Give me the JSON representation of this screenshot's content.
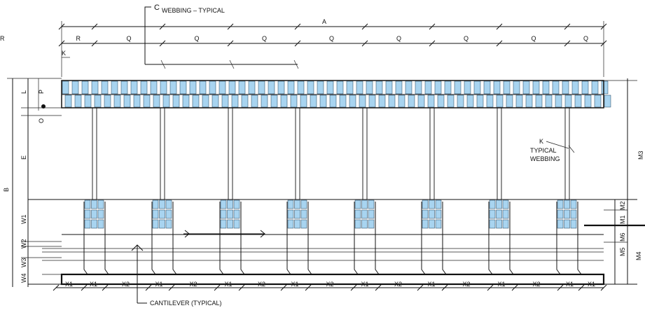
{
  "colors": {
    "line": "#111111",
    "cell_fill": "#a8d4f0",
    "background": "#ffffff"
  },
  "labels": {
    "webbing_note": "WEBBING – TYPICAL",
    "centerline_symbol": "C",
    "cantilever_note": "CANTILEVER (TYPICAL)",
    "k_note": "K",
    "typical": "TYPICAL",
    "webbing": "WEBBING"
  },
  "top_dims": {
    "overall": "A",
    "segments": [
      "R",
      "Q",
      "Q",
      "Q",
      "Q",
      "Q",
      "Q",
      "Q",
      "Q",
      "R"
    ],
    "small": "K"
  },
  "left_dims": [
    "B",
    "L",
    "P",
    "O",
    "E",
    "W1",
    "W2",
    "W3",
    "W4"
  ],
  "right_dims": [
    "M3",
    "M2",
    "M1",
    "M6",
    "M5",
    "M4"
  ],
  "bottom_dims": [
    "X1",
    "X1",
    "X2",
    "X1",
    "X2",
    "X1",
    "X2",
    "X1",
    "X2",
    "X1",
    "X2",
    "X1",
    "X2",
    "X1",
    "X2",
    "X1",
    "X1"
  ]
}
